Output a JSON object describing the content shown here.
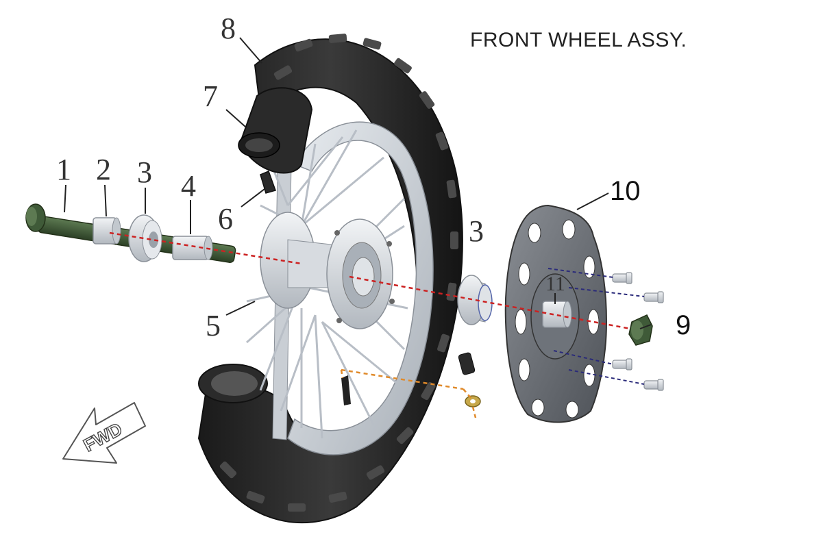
{
  "title": "FRONT WHEEL ASSY.",
  "fwd_label": "FWD",
  "callouts": {
    "c1": "1",
    "c2": "2",
    "c3a": "3",
    "c4": "4",
    "c5": "5",
    "c6": "6",
    "c7": "7",
    "c8": "8",
    "c3b": "3",
    "c9": "9",
    "c10": "10",
    "c11": "11"
  },
  "colors": {
    "tire": "#2a2a2a",
    "rim": "#c9ced4",
    "axle": "#3f5a38",
    "axis_red": "#cc2222",
    "axis_blue": "#2a2a7a",
    "axis_orange": "#e08a2a"
  }
}
